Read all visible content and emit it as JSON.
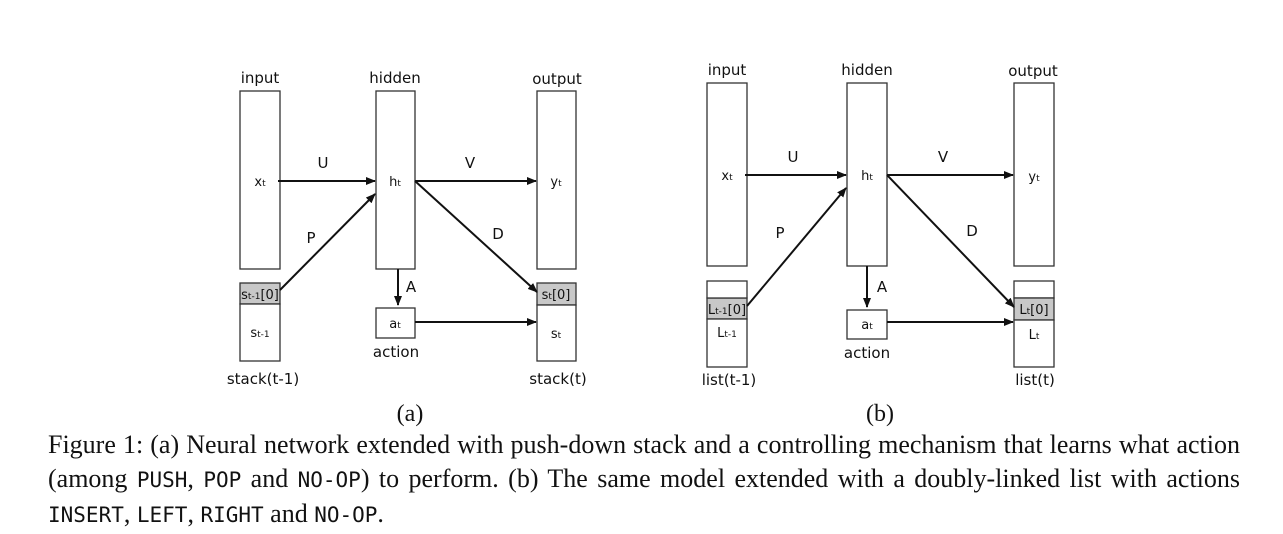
{
  "panel_a": {
    "input_label": "input",
    "hidden_label": "hidden",
    "output_label": "output",
    "x_var": "x",
    "x_sub": "t",
    "h_var": "h",
    "h_sub": "t",
    "y_var": "y",
    "y_sub": "t",
    "edge_u": "U",
    "edge_v": "V",
    "edge_p": "P",
    "edge_d": "D",
    "edge_a": "A",
    "prev_top_var": "s",
    "prev_top_sub": "t-1",
    "prev_top_idx": "[0]",
    "prev_var": "s",
    "prev_sub": "t-1",
    "cur_top_var": "s",
    "cur_top_sub": "t",
    "cur_top_idx": "[0]",
    "cur_var": "s",
    "cur_sub": "t",
    "a_var": "a",
    "a_sub": "t",
    "action_label": "action",
    "prev_struct_label": "stack(t-1)",
    "cur_struct_label": "stack(t)",
    "panel_label": "(a)"
  },
  "panel_b": {
    "input_label": "input",
    "hidden_label": "hidden",
    "output_label": "output",
    "x_var": "x",
    "x_sub": "t",
    "h_var": "h",
    "h_sub": "t",
    "y_var": "y",
    "y_sub": "t",
    "edge_u": "U",
    "edge_v": "V",
    "edge_p": "P",
    "edge_d": "D",
    "edge_a": "A",
    "prev_top_var": "L",
    "prev_top_sub": "t-1",
    "prev_top_idx": "[0]",
    "prev_var": "L",
    "prev_sub": "t-1",
    "cur_top_var": "L",
    "cur_top_sub": "t",
    "cur_top_idx": "[0]",
    "cur_var": "L",
    "cur_sub": "t",
    "a_var": "a",
    "a_sub": "t",
    "action_label": "action",
    "prev_struct_label": "list(t-1)",
    "cur_struct_label": "list(t)",
    "panel_label": "(b)"
  },
  "caption": {
    "prefix": "Figure 1: (a) Neural network extended with push-down stack and a controlling mechanism that learns what action (among ",
    "push": "PUSH",
    "sep1": ", ",
    "pop": "POP",
    "and1": " and ",
    "noop1": "NO-OP",
    "middle": ") to perform. (b) The same model extended with a doubly-linked list with actions ",
    "insert": "INSERT",
    "sep2": ", ",
    "left": "LEFT",
    "sep3": ", ",
    "right": "RIGHT",
    "and2": " and ",
    "noop2": "NO-OP",
    "end": "."
  }
}
